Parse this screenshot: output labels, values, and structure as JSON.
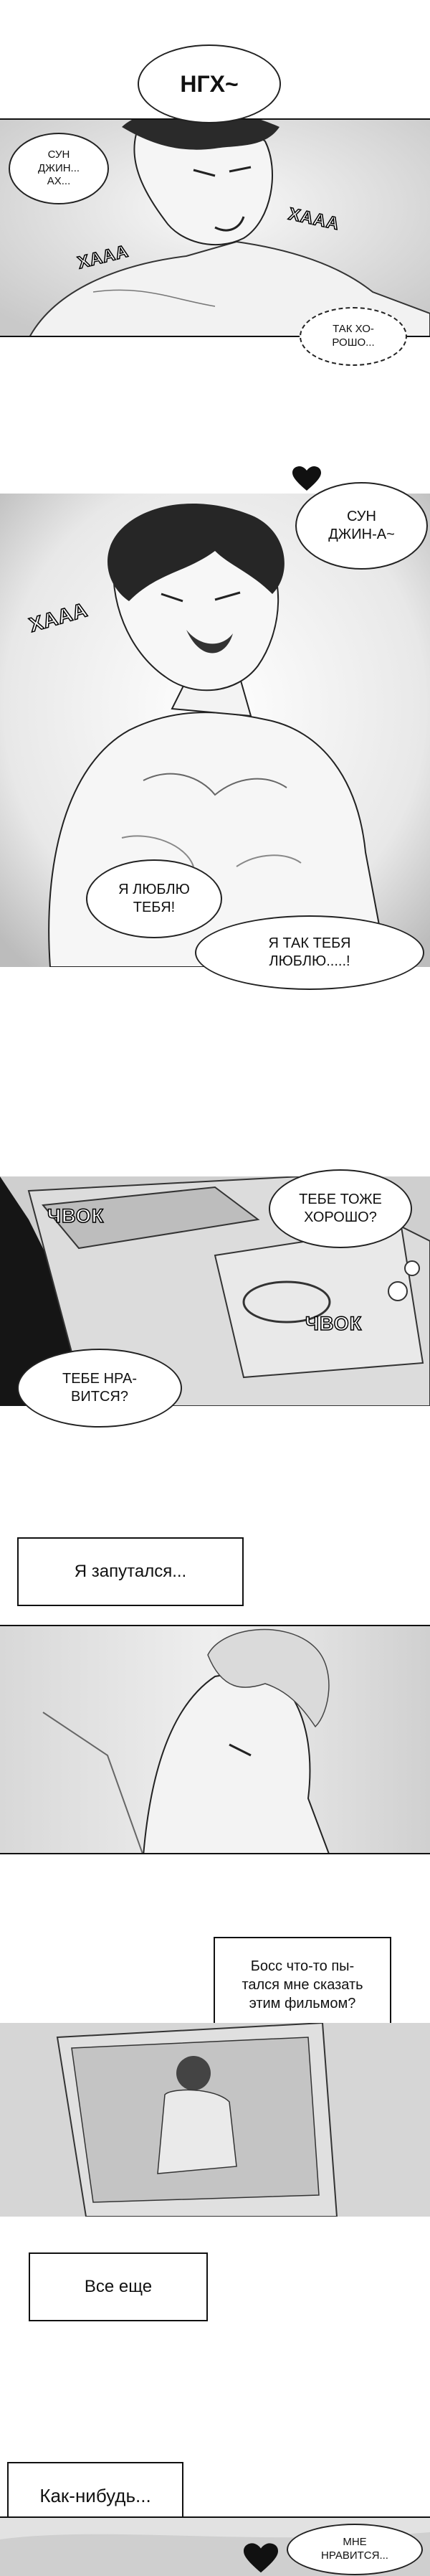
{
  "bubbles": {
    "ngh": "НГХ~",
    "sun_jin_ah_1": "СУН\nДЖИН...\nАХ...",
    "haaa_1": "ХААА",
    "haaa_2": "ХААА",
    "so_good": "ТАК ХО-\nРОШО...",
    "sun_jin_ah_2": "СУН\nДЖИН-А~",
    "haaa_3": "ХААА",
    "love_you": "Я ЛЮБЛЮ\nТЕБЯ!",
    "love_you_so": "Я ТАК ТЕБЯ\nЛЮБЛЮ.....!",
    "you_too_good": "ТЕБЕ ТОЖЕ\nХОРОШО?",
    "chvok_1": "ЧВОК",
    "chvok_2": "ЧВОК",
    "you_like": "ТЕБЕ НРА-\nВИТСЯ?",
    "i_like": "МНЕ\nНРАВИТСЯ..."
  },
  "captions": {
    "confused": "Я запутался...",
    "boss": "Босс что-то пы-\nтался мне сказать\nэтим фильмом?",
    "still": "Все еще",
    "somehow": "Как-нибудь..."
  },
  "colors": {
    "ink": "#111111",
    "tone_light": "#e6e6e6",
    "tone_mid": "#bdbdbd",
    "tone_dark": "#3a3a3a"
  }
}
